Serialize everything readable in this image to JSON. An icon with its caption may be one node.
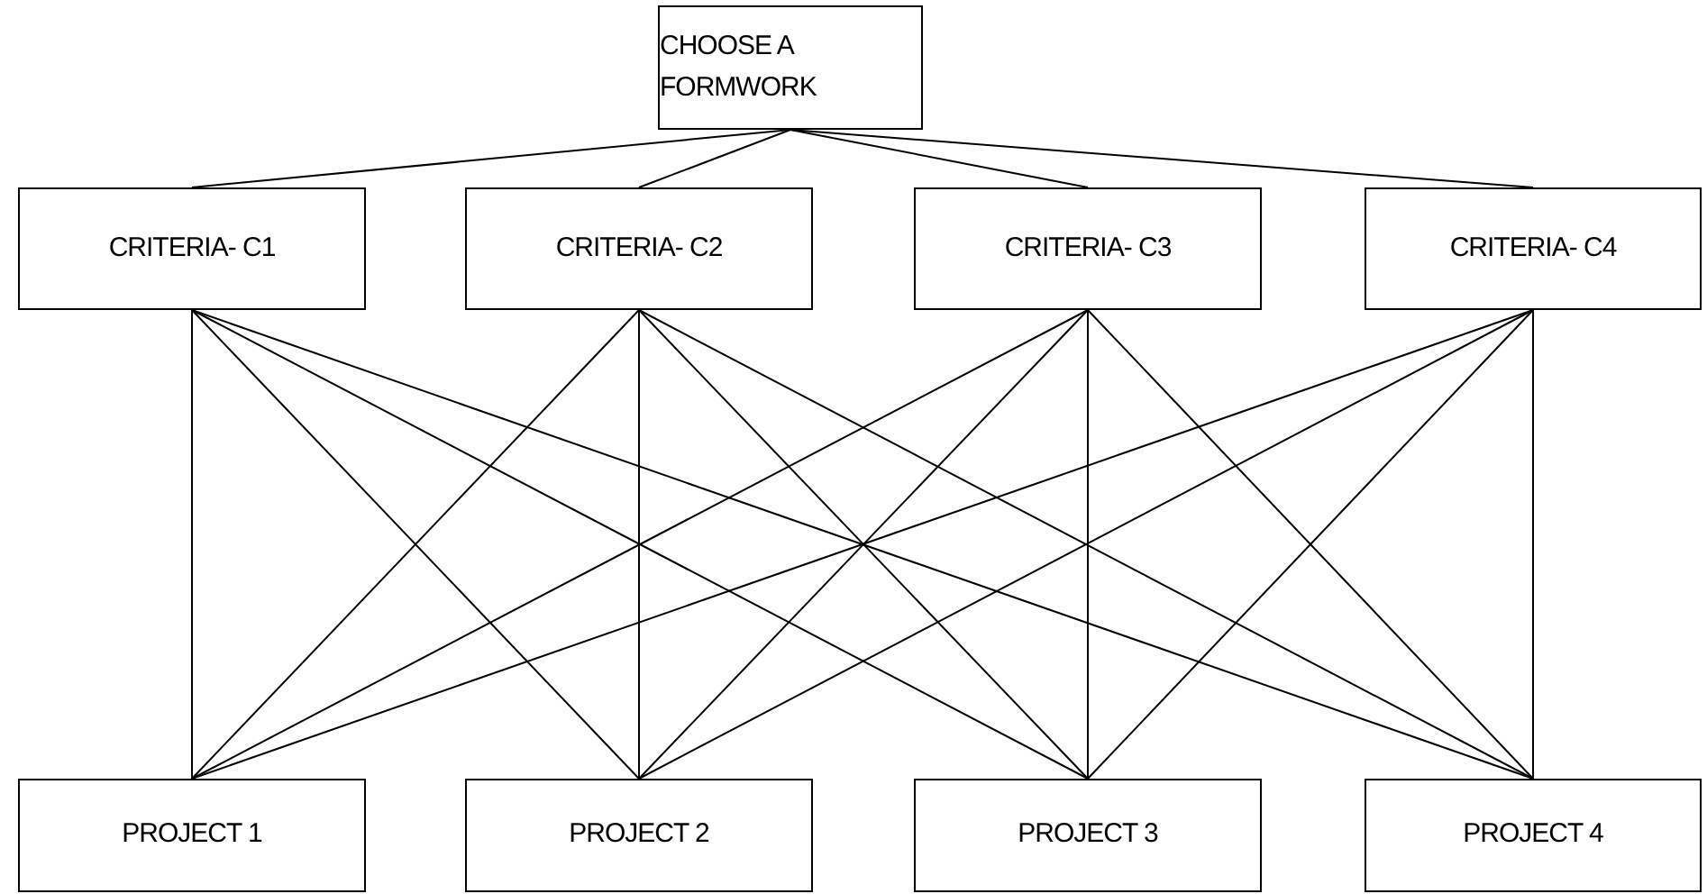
{
  "diagram": {
    "nodes": [
      {
        "text": [
          "CHOOSE A FORMWORK"
        ]
      },
      {
        "text": [
          "CRITERIA- C1"
        ]
      },
      {
        "text": [
          "CRITERIA- C2"
        ]
      },
      {
        "text": [
          "CRITERIA- C3"
        ]
      },
      {
        "text": [
          "CRITERIA- C4"
        ]
      },
      {
        "text": [
          "PROJECT 1"
        ]
      },
      {
        "text": [
          "PROJECT 2"
        ]
      },
      {
        "text": [
          "PROJECT 3"
        ]
      },
      {
        "text": [
          "PROJECT 4"
        ]
      }
    ],
    "edges": [
      {
        "from": 0,
        "to": 1,
        "arrow": "none"
      },
      {
        "from": 0,
        "to": 2,
        "arrow": "none"
      },
      {
        "from": 0,
        "to": 3,
        "arrow": "none"
      },
      {
        "from": 0,
        "to": 4,
        "arrow": "none"
      },
      {
        "from": 1,
        "to": 5,
        "arrow": "none"
      },
      {
        "from": 1,
        "to": 6,
        "arrow": "none"
      },
      {
        "from": 1,
        "to": 7,
        "arrow": "none"
      },
      {
        "from": 1,
        "to": 8,
        "arrow": "none"
      },
      {
        "from": 2,
        "to": 5,
        "arrow": "none"
      },
      {
        "from": 2,
        "to": 6,
        "arrow": "none"
      },
      {
        "from": 2,
        "to": 7,
        "arrow": "none"
      },
      {
        "from": 2,
        "to": 8,
        "arrow": "none"
      },
      {
        "from": 3,
        "to": 5,
        "arrow": "none"
      },
      {
        "from": 3,
        "to": 6,
        "arrow": "none"
      },
      {
        "from": 3,
        "to": 7,
        "arrow": "none"
      },
      {
        "from": 3,
        "to": 8,
        "arrow": "none"
      },
      {
        "from": 4,
        "to": 5,
        "arrow": "none"
      },
      {
        "from": 4,
        "to": 6,
        "arrow": "none"
      },
      {
        "from": 4,
        "to": 7,
        "arrow": "none"
      },
      {
        "from": 4,
        "to": 8,
        "arrow": "none"
      }
    ]
  }
}
